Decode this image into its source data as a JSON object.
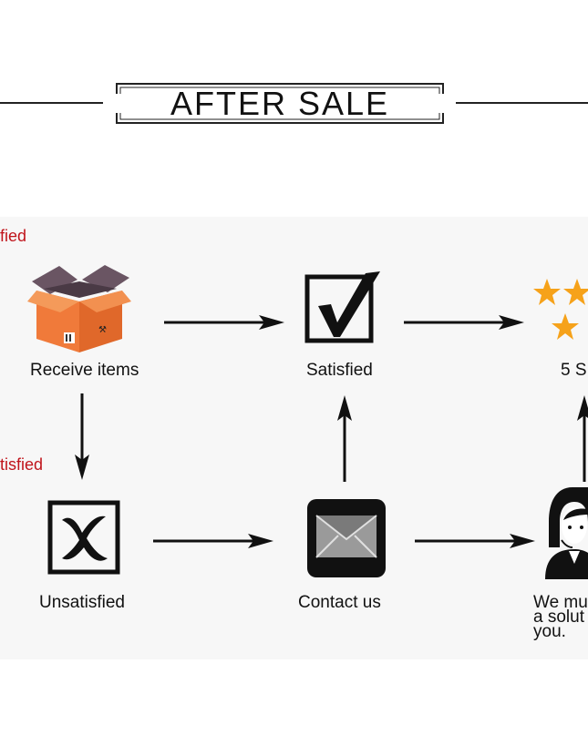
{
  "header": {
    "title": "AFTER SALE"
  },
  "flow": {
    "branch_satisfied": "fied",
    "branch_unsatisfied": "tisfied",
    "steps": {
      "receive": "Receive items",
      "satisfied": "Satisfied",
      "five_star": "5 S",
      "unsatisfied": "Unsatisfied",
      "contact": "Contact us",
      "solution": "We mu\na solut\nyou."
    }
  },
  "colors": {
    "accent_red": "#c0141b",
    "box_orange": "#f07a3a",
    "box_purple": "#6a5563",
    "star_orange": "#f6a21a",
    "ink": "#111111"
  }
}
